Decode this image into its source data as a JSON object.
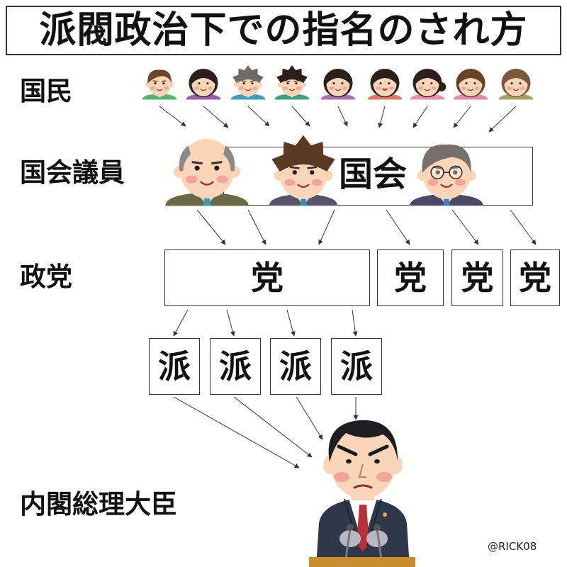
{
  "title": "派閥政治下での指名のされ方",
  "rows": {
    "citizens": "国民",
    "members": "国会議員",
    "parties": "政党",
    "prime_minister": "内閣総理大臣"
  },
  "congress": {
    "label": "国会"
  },
  "parties": [
    {
      "label": "党"
    },
    {
      "label": "党"
    },
    {
      "label": "党"
    },
    {
      "label": "党"
    }
  ],
  "factions": [
    {
      "label": "派"
    },
    {
      "label": "派"
    },
    {
      "label": "派"
    },
    {
      "label": "派"
    }
  ],
  "credit": "@RICK08",
  "people": {
    "citizens": [
      {
        "icon": "citizen-man-icon",
        "hair": "#6b4526",
        "shirt": "#56b36f"
      },
      {
        "icon": "citizen-woman-icon",
        "hair": "#2b211c",
        "shirt": "#9b5bb0"
      },
      {
        "icon": "citizen-man-icon",
        "hair": "#6e6a66",
        "shirt": "#3d9fb8"
      },
      {
        "icon": "citizen-man-icon",
        "hair": "#2a1f1a",
        "shirt": "#3aa37d"
      },
      {
        "icon": "citizen-woman-icon",
        "hair": "#2b211c",
        "shirt": "#b06fb5"
      },
      {
        "icon": "citizen-woman-icon",
        "hair": "#2b211c",
        "shirt": "#e07a62"
      },
      {
        "icon": "citizen-woman-icon",
        "hair": "#2b211c",
        "shirt": "#ee8fb2"
      },
      {
        "icon": "citizen-woman-icon",
        "hair": "#6a4325",
        "shirt": "#e38aa7"
      },
      {
        "icon": "citizen-elder-icon",
        "hair": "#7a5a3e",
        "shirt": "#a9a25c"
      }
    ],
    "members": [
      {
        "icon": "politician-bald-icon",
        "hair": "#8b8a86",
        "suit": "#6b6848",
        "tie": "#3aa0a6"
      },
      {
        "icon": "politician-spiky-hair-icon",
        "hair": "#5a3a22",
        "suit": "#55556a",
        "tie": "#2f8fb0"
      },
      {
        "icon": "politician-glasses-icon",
        "hair": "#77706a",
        "suit": "#4a4a66",
        "tie": "#3c7fc4"
      }
    ],
    "prime_minister": {
      "icon": "prime-minister-icon",
      "hair": "#1e1e22",
      "suit": "#2e3848",
      "tie": "#b8323a",
      "podium": "#c98d2c"
    }
  },
  "colors": {
    "border": "#333333",
    "text": "#111111",
    "skin": "#fbd5b7",
    "cheek": "#f29c94",
    "arrow": "#333333"
  }
}
